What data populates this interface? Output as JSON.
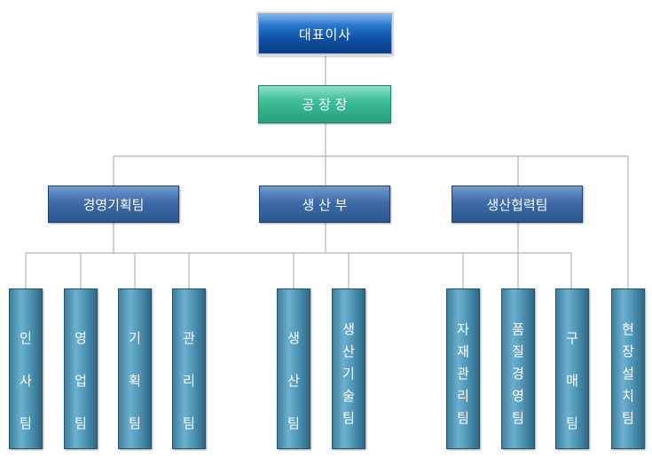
{
  "org_chart": {
    "ceo": "대표이사",
    "plant_manager": "공 장 장",
    "departments": [
      "경영기획팀",
      "생 산 부",
      "생산협력팀"
    ],
    "teams": [
      {
        "chars": [
          "인",
          "사",
          "팀"
        ]
      },
      {
        "chars": [
          "영",
          "업",
          "팀"
        ]
      },
      {
        "chars": [
          "기",
          "획",
          "팀"
        ]
      },
      {
        "chars": [
          "관",
          "리",
          "팀"
        ]
      },
      {
        "chars": [
          "생",
          "산",
          "팀"
        ]
      },
      {
        "chars": [
          "생",
          "산",
          "기",
          "술",
          "팀"
        ]
      },
      {
        "chars": [
          "자",
          "재",
          "관",
          "리",
          "팀"
        ]
      },
      {
        "chars": [
          "품",
          "질",
          "경",
          "영",
          "팀"
        ]
      },
      {
        "chars": [
          "구",
          "매",
          "팀"
        ]
      },
      {
        "chars": [
          "현",
          "장",
          "설",
          "치",
          "팀"
        ]
      }
    ]
  }
}
